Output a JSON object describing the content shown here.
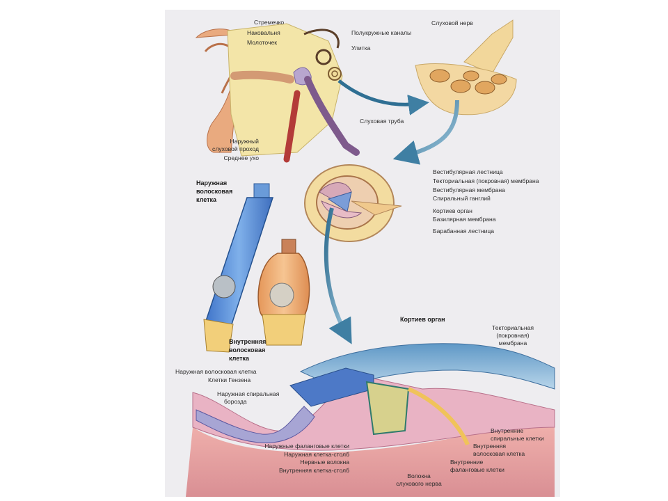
{
  "ear_overview": {
    "stirrup": "Стремечко",
    "anvil": "Наковальня",
    "hammer": "Молоточек",
    "semicircular_canals": "Полукружные каналы",
    "cochlea": "Улитка",
    "external_canal_line1": "Наружный",
    "external_canal_line2": "слуховой проход",
    "middle_ear": "Среднее ухо",
    "eustachian_tube": "Слуховая труба",
    "auditory_nerve": "Слуховой нерв"
  },
  "cochlea_section": {
    "vestibular_scala": "Вестибулярная лестница",
    "tectorial_membrane": "Текториальная (покровная) мембрана",
    "vestibular_membrane": "Вестибулярная мембрана",
    "spiral_ganglion": "Спиральный ганглий",
    "organ_of_corti": "Кортиев орган",
    "basilar_membrane": "Базилярная мембрана",
    "tympanic_scala": "Барабанная лестница"
  },
  "hair_cells": {
    "outer_line1": "Наружная",
    "outer_line2": "волосковая",
    "outer_line3": "клетка",
    "inner_line1": "Внутренняя",
    "inner_line2": "волосковая",
    "inner_line3": "клетка"
  },
  "corti_detail": {
    "title": "Кортиев орган",
    "tectorial_line1": "Текториальная",
    "tectorial_line2": "(покровная)",
    "tectorial_line3": "мембрана",
    "outer_hair_cell": "Наружная волосковая клетка",
    "hensen_cells": "Клетки Гензена",
    "outer_spiral_sulcus_line1": "Наружная спиральная",
    "outer_spiral_sulcus_line2": "борозда",
    "outer_phalangeal": "Наружные фаланговые клетки",
    "outer_pillar": "Наружная клетка-столб",
    "nerve_fibers": "Нервные волокна",
    "inner_pillar": "Внутренняя клетка-столб",
    "nerve_fibers_auditory_line1": "Волокна",
    "nerve_fibers_auditory_line2": "слухового нерва",
    "inner_spiral_line1": "Внутренние",
    "inner_spiral_line2": "спиральные клетки",
    "inner_hair_line1": "Внутренняя",
    "inner_hair_line2": "волосковая клетка",
    "inner_phalangeal_line1": "Внутренние",
    "inner_phalangeal_line2": "фаланговые клетки"
  },
  "colors": {
    "skin": "#e8a97e",
    "bone": "#f2e3a0",
    "arrow": "#4a86a8",
    "outer_cell": "#5b8fd8",
    "inner_cell": "#eca76a",
    "membrane": "#8fb8d8",
    "tissue": "#e7a7a3"
  }
}
